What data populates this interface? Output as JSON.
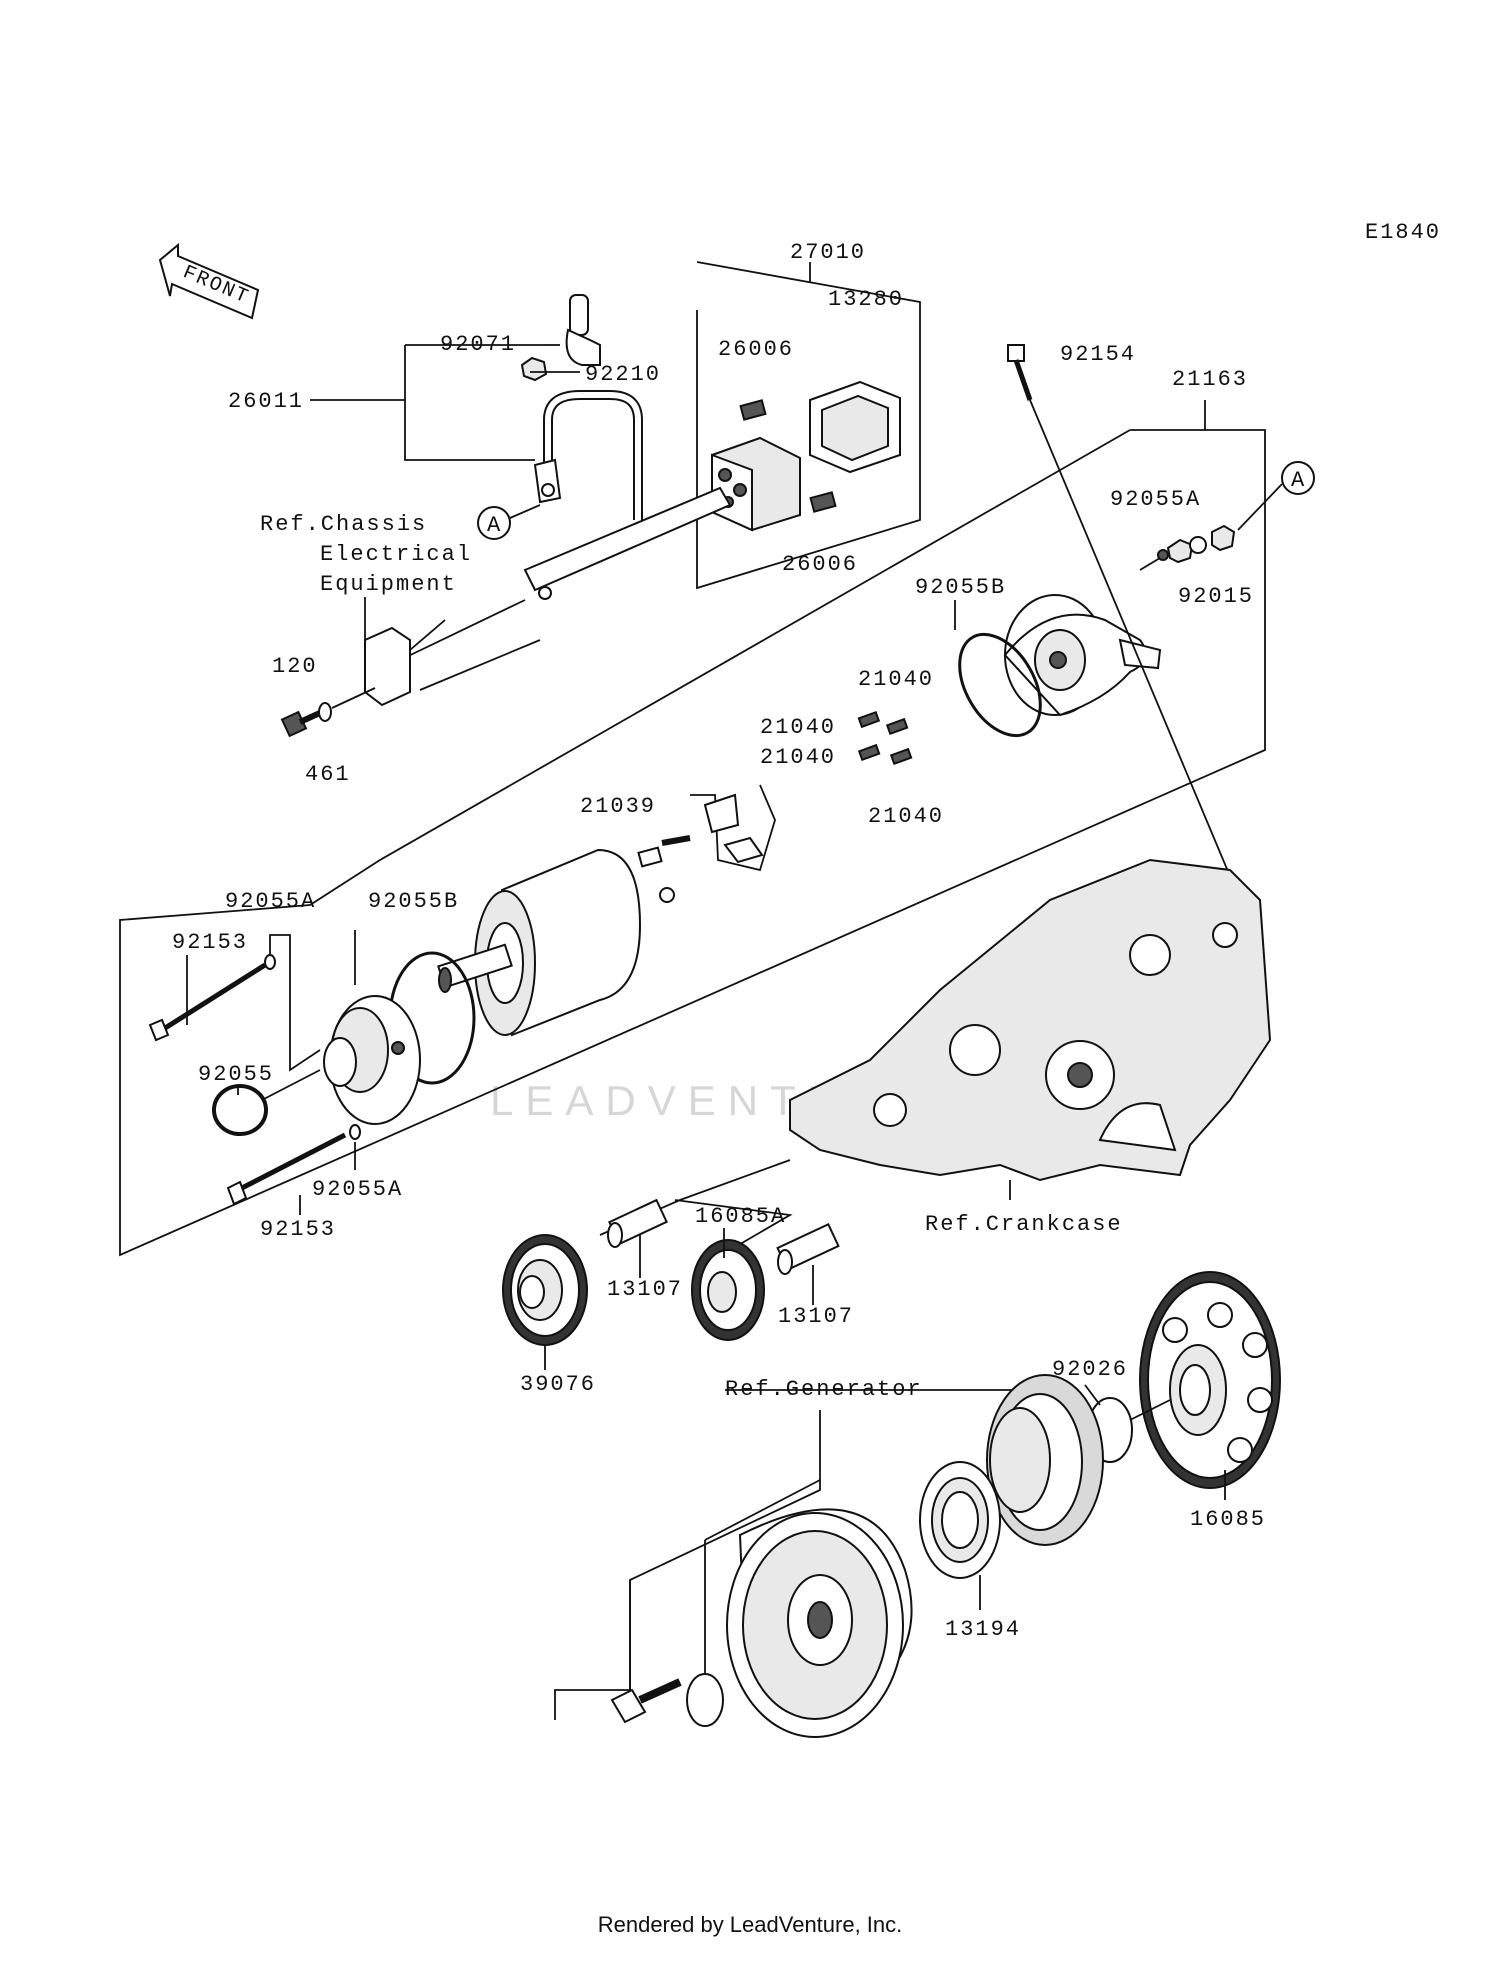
{
  "diagram_code": "E1840",
  "front_label": "FRONT",
  "callout_marker": "A",
  "footer": "Rendered by LeadVenture, Inc.",
  "watermark": "LEADVENTURE",
  "refs": {
    "chassis_line1": "Ref.Chassis",
    "chassis_line2": "Electrical",
    "chassis_line3": "Equipment",
    "crankcase": "Ref.Crankcase",
    "generator": "Ref.Generator"
  },
  "parts": {
    "p27010": "27010",
    "p92154": "92154",
    "p21163": "21163",
    "p26006_a": "26006",
    "p13280": "13280",
    "p26006_b": "26006",
    "p92071": "92071",
    "p92210": "92210",
    "p26011": "26011",
    "p92055A_top": "92055A",
    "p92015": "92015",
    "p92055B_top": "92055B",
    "p21040_a": "21040",
    "p21040_b": "21040",
    "p21040_c": "21040",
    "p21040_d": "21040",
    "p21039": "21039",
    "p120": "120",
    "p461": "461",
    "p92055A_l": "92055A",
    "p92055B_l": "92055B",
    "p92153_top": "92153",
    "p92055": "92055",
    "p92055A_b": "92055A",
    "p92153_b": "92153",
    "p16085A": "16085A",
    "p13107_a": "13107",
    "p13107_b": "13107",
    "p39076": "39076",
    "p92026": "92026",
    "p16085": "16085",
    "p13194": "13194"
  }
}
